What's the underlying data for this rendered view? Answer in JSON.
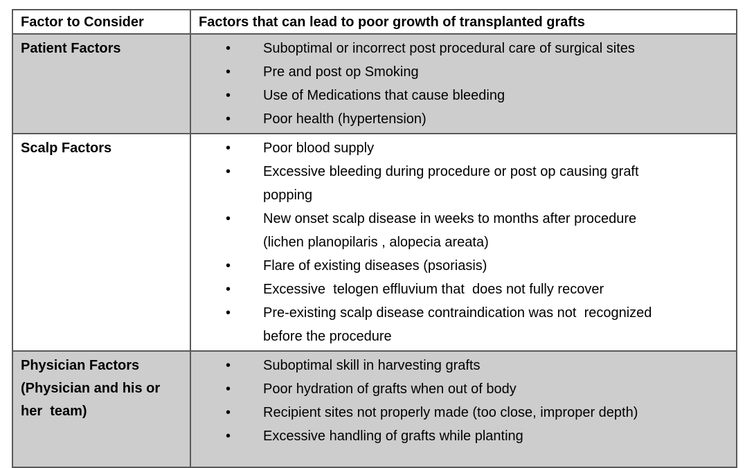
{
  "table": {
    "bullet_char": "•",
    "colors": {
      "shaded_row": "#cdcdcd",
      "border": "#595959",
      "text": "#000000",
      "header_background": "#ffffff"
    },
    "header": {
      "factor_col": "Factor to Consider",
      "details_col": "Factors that can lead to poor growth of transplanted grafts"
    },
    "rows": [
      {
        "factor": "Patient Factors",
        "items": [
          "Suboptimal or incorrect post procedural care of surgical sites",
          "Pre and post op Smoking",
          "Use of Medications that cause bleeding",
          "Poor health (hypertension)"
        ]
      },
      {
        "factor": "Scalp Factors",
        "items": [
          "Poor blood supply",
          "Excessive bleeding during procedure or post op causing graft\npopping",
          "New onset scalp disease in weeks to months after procedure\n(lichen planopilaris , alopecia areata)",
          "Flare of existing diseases (psoriasis)",
          "Excessive  telogen effluvium that  does not fully recover",
          "Pre-existing scalp disease contraindication was not  recognized\nbefore the procedure"
        ]
      },
      {
        "factor": "Physician Factors\n(Physician and his or\nher  team)",
        "items": [
          "Suboptimal skill in harvesting grafts",
          "Poor hydration of grafts when out of body",
          "Recipient sites not properly made (too close, improper depth)",
          "Excessive handling of grafts while planting"
        ]
      }
    ]
  }
}
